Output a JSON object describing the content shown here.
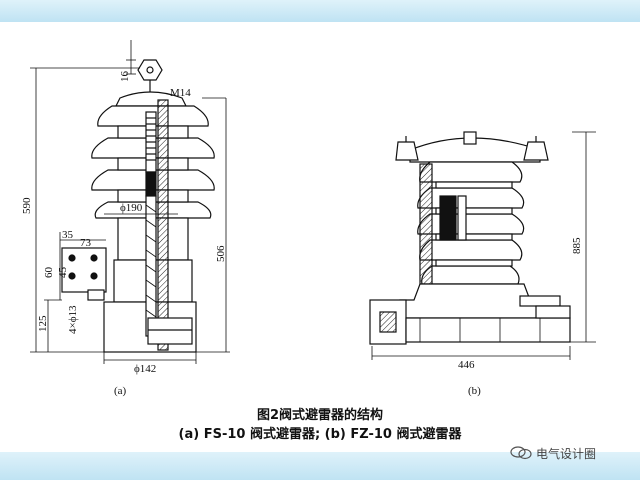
{
  "diagram": {
    "left": {
      "sub_label": "(a)",
      "dims": {
        "overall_height": "590",
        "body_height": "506",
        "top_gap": "16",
        "bolt": "M14",
        "shed_dia": "ϕ190",
        "base_dia": "ϕ142",
        "hole_spacing_a": "35",
        "hole_spacing_b": "73",
        "hole_v1": "60",
        "hole_v2": "45",
        "base_height": "125",
        "holes": "4×ϕ13"
      }
    },
    "right": {
      "sub_label": "(b)",
      "dims": {
        "height": "885",
        "base_width": "446"
      }
    }
  },
  "caption": {
    "line1": "图2阀式避雷器的结构",
    "line2": "(a)  FS-10 阀式避雷器;  (b)  FZ-10 阀式避雷器"
  },
  "watermark": {
    "text": "电气设计圈",
    "icon": "wechat-icon"
  }
}
